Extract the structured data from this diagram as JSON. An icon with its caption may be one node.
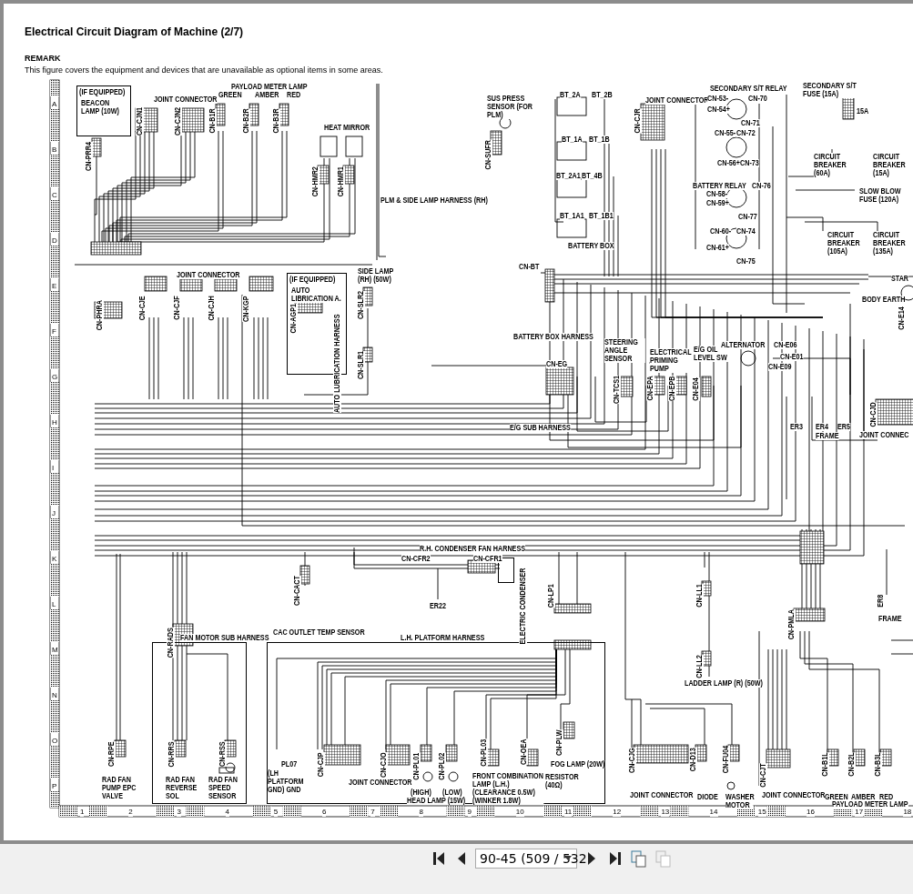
{
  "diagram": {
    "title": "Electrical Circuit Diagram of Machine (2/7)",
    "nodes": [
      {
        "text": [
          "(IF EQUIPPED)",
          "BEACON LAMP (10W)"
        ]
      },
      {
        "text": [
          "(IF EQUIPPED)",
          "AUTO LIBRICATION A."
        ]
      },
      {
        "text": [
          "FAN MOTOR SUB HARNESS"
        ]
      },
      {
        "text": [
          "L.H. PLATFORM HARNESS"
        ]
      },
      {
        "text": [
          "ELECTRIC CONDENSER"
        ]
      }
    ],
    "labels": [
      "REMARK",
      "This figure covers the equipment and devices that are unavailable as optional items in some areas.",
      "A",
      "B",
      "C",
      "D",
      "E",
      "F",
      "G",
      "H",
      "I",
      "J",
      "K",
      "L",
      "M",
      "N",
      "O",
      "P",
      "PAYLOAD METER LAMP",
      "JOINT CONNECTOR",
      "GREEN",
      "AMBER",
      "RED",
      "CN-CJN1",
      "CN-CJN2",
      "CN-B1R",
      "CN-B2R",
      "CN-B3R",
      "HEAT MIRROR",
      "CN-PRR4",
      "CN-HMR2",
      "CN-HMR1",
      "PLM & SIDE LAMP HARNESS (RH)",
      "SUS PRESS SENSOR (FOR PLM)",
      "BT_2A",
      "BT_2B",
      "JOINT CONNECTOR",
      "SECONDARY S/T RELAY",
      "SECONDARY S/T FUSE (15A)",
      "CN-53-",
      "CN-70",
      "CN-CJR",
      "CN-54+",
      "15A",
      "CN-SUFR",
      "CN-71",
      "BT_1A",
      "BT_1B",
      "CN-55-",
      "CN-72",
      "CIRCUIT BREAKER (60A)",
      "CIRCUIT BREAKER (15A)",
      "CN-56+",
      "CN-73",
      "BT_2A1",
      "BT_4B",
      "BATTERY RELAY",
      "CN-76",
      "SLOW BLOW FUSE (120A)",
      "CN-58-",
      "CN-59+",
      "BT_1A1",
      "BT_1B1",
      "CN-77",
      "CN-60-",
      "CN-74",
      "CIRCUIT BREAKER (105A)",
      "CIRCUIT BREAKER (135A)",
      "BATTERY BOX",
      "CN-61+",
      "CN-75",
      "CN-BT",
      "JOINT CONNECTOR",
      "SIDE LAMP (RH) (50W)",
      "STAR",
      "BODY EARTH",
      "CN-PHRA",
      "CN-CJE",
      "CN-CJF",
      "CN-CJH",
      "CN-KGP",
      "CN-AGP1",
      "AUTO LUBRICATION HARNESS",
      "CN-SLR2",
      "CN-E14",
      "BATTERY BOX HARNESS",
      "STEERING ANGLE SENSOR",
      "ELECTRICAL PRIMING PUMP",
      "E/G OIL LEVEL SW",
      "ALTERNATOR",
      "CN-E06",
      "CN-E01",
      "CN-SLR1",
      "CN-EG",
      "CN-E09",
      "CN-TCS1",
      "CN-EPA",
      "CN-EPB",
      "CN-E04",
      "CN-CJD",
      "E/G SUB HARNESS",
      "ER3",
      "ER4",
      "ER5",
      "FRAME",
      "JOINT CONNEC",
      "R.H. CONDENSER FAN HARNESS",
      "CN-CFR2",
      "CN-CFR1",
      "CN-CACT",
      "CN-LP1",
      "CN-LL1",
      "ER22",
      "ER8",
      "FRAME",
      "CN-PMLA",
      "CAC OUTLET TEMP SENSOR",
      "CN-RADS",
      "CN-LL2",
      "LADDER LAMP (R) (50W)",
      "CN-RPE",
      "CN-RRS",
      "CN-RSS",
      "CN-CJP",
      "CN-CJO",
      "CN-PL01",
      "CN-PL02",
      "CN-PL03",
      "CN-OEA",
      "CN-PLW",
      "CN-CJG",
      "CN-D13",
      "CN-FU04",
      "CN-CJT",
      "CN-B1L",
      "CN-B2L",
      "CN-B3L",
      "PL07",
      "(LH PLATFORM GND) GND",
      "FOG LAMP (20W)",
      "RAD FAN PUMP EPC VALVE",
      "RAD FAN REVERSE SOL",
      "RAD FAN SPEED SENSOR",
      "JOINT CONNECTOR",
      "FRONT COMBINATION LAMP (L.H.) (CLEARANCE 0.5W) (WINKER 1.8W)",
      "RESISTOR (40Ω)",
      "(HIGH)",
      "(LOW)",
      "JOINT CONNECTOR",
      "DIODE",
      "WASHER MOTOR",
      "JOINT CONNECTOR",
      "GREEN",
      "AMBER",
      "RED",
      "HEAD LAMP (15W)",
      "PAYLOAD METER LAMP",
      "1",
      "2",
      "3",
      "4",
      "5",
      "6",
      "7",
      "8",
      "9",
      "10",
      "11",
      "12",
      "13",
      "14",
      "15",
      "16",
      "17",
      "18",
      "90-45 (509 / 532"
    ]
  }
}
